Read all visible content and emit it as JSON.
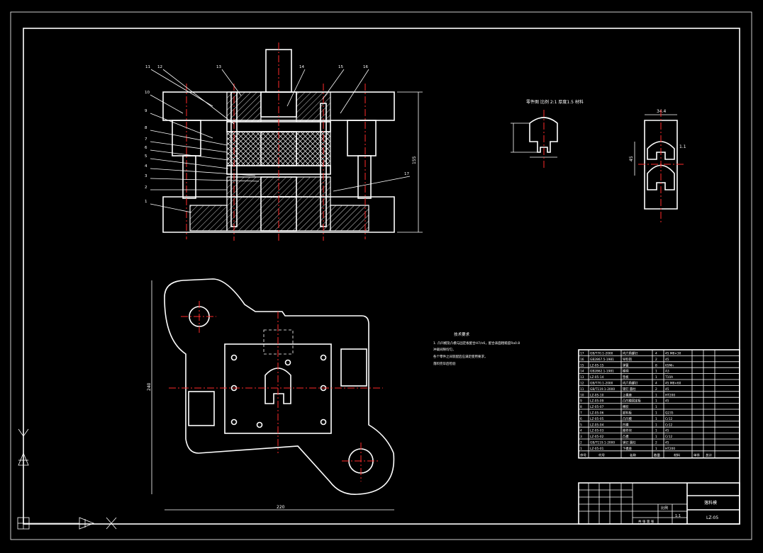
{
  "colors": {
    "background": "#000000",
    "line": "#ffffff",
    "centerline": "#ff2a2a",
    "ucs": "#ffffff"
  },
  "section_view": {
    "part_callouts": [
      "11",
      "12",
      "13",
      "14",
      "15",
      "16",
      "10",
      "9",
      "8",
      "7",
      "6",
      "5",
      "4",
      "3",
      "2",
      "1",
      "17"
    ],
    "dim_height": "155"
  },
  "part_detail_a": {
    "label": "零件图 比例 2:1 厚度1.5 材料"
  },
  "part_detail_b": {
    "dim_width": "34.4",
    "dim_height": "45",
    "dim_right": "1.1"
  },
  "plan_view": {
    "dim_height": "240",
    "dim_width": "220"
  },
  "notes": {
    "title": "技术要求",
    "line1": "1. 凸凹模及凸模与固定板配合H7/n6，配合表面粗糙度Ra0.8",
    "line2": "冲裁间隙均匀，",
    "line3": "各个零件之间装配后应满足使用要求，",
    "line4": "落料完毕后检验"
  },
  "bom": {
    "rows": [
      {
        "no": "17",
        "code": "GB/T70.1-2000",
        "name": "内六角螺钉",
        "qty": "4",
        "mat": "45  M8×30"
      },
      {
        "no": "16",
        "code": "GB2867.5-1981",
        "name": "导料销",
        "qty": "2",
        "mat": "45"
      },
      {
        "no": "15",
        "code": "LZ-05-15",
        "name": "弹簧",
        "qty": "8",
        "mat": "65Mn"
      },
      {
        "no": "14",
        "code": "GB2862.1-1981",
        "name": "模柄",
        "qty": "1",
        "mat": "A3"
      },
      {
        "no": "13",
        "code": "LZ-05-14",
        "name": "垫板",
        "qty": "1",
        "mat": "T10A"
      },
      {
        "no": "12",
        "code": "GB/T70.1-2000",
        "name": "内六角螺钉",
        "qty": "4",
        "mat": "45  M8×60"
      },
      {
        "no": "11",
        "code": "GB/T119.1-2000",
        "name": "销钉 圆柱",
        "qty": "2",
        "mat": "45"
      },
      {
        "no": "10",
        "code": "LZ-05-10",
        "name": "上模座",
        "qty": "1",
        "mat": "HT200"
      },
      {
        "no": "9",
        "code": "LZ-05-09",
        "name": "凸凹模固定板",
        "qty": "1",
        "mat": "45"
      },
      {
        "no": "8",
        "code": "LZ-05-07",
        "name": "橡胶",
        "qty": "1",
        "mat": ""
      },
      {
        "no": "7",
        "code": "LZ-05-06",
        "name": "卸料板",
        "qty": "1",
        "mat": "Q235"
      },
      {
        "no": "6",
        "code": "LZ-05-05",
        "name": "凸凹模",
        "qty": "1",
        "mat": "Cr12"
      },
      {
        "no": "5",
        "code": "LZ-05-04",
        "name": "凹模",
        "qty": "1",
        "mat": "Cr12"
      },
      {
        "no": "4",
        "code": "LZ-05-03",
        "name": "推件块",
        "qty": "1",
        "mat": "45"
      },
      {
        "no": "3",
        "code": "LZ-05-02",
        "name": "凸模",
        "qty": "1",
        "mat": "Cr12"
      },
      {
        "no": "2",
        "code": "GB/T119.1-2000",
        "name": "销钉 圆柱",
        "qty": "2",
        "mat": "45"
      },
      {
        "no": "1",
        "code": "LZ-05-01",
        "name": "下模座",
        "qty": "1",
        "mat": "HT200"
      }
    ],
    "header": {
      "no": "序号",
      "code": "代号",
      "name": "名称",
      "qty": "数量",
      "mat": "材料",
      "wt1": "单件",
      "wt2": "总计"
    }
  },
  "title_block": {
    "drawing_title": "落料模",
    "drawing_no": "LZ-05",
    "scale_label": "比例",
    "scale": "1:1",
    "sheet": "共 张 第 张"
  }
}
